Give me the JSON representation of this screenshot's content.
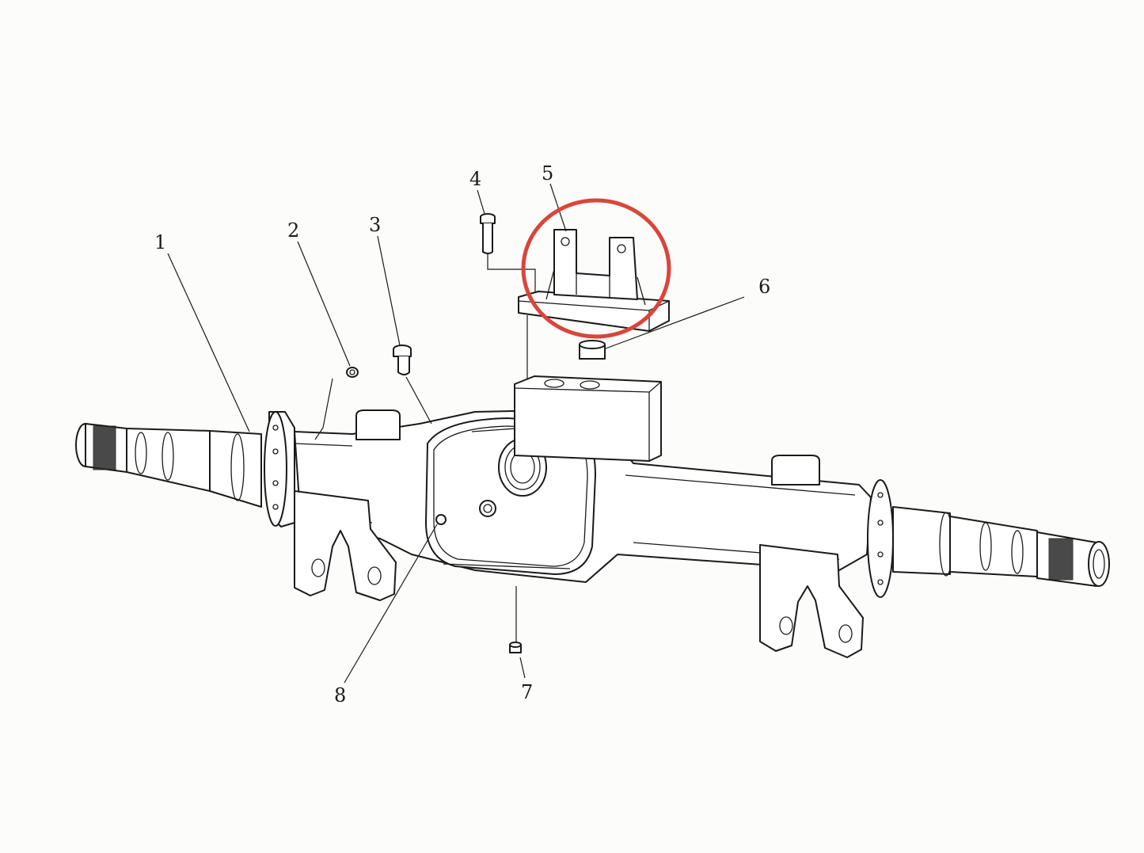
{
  "callouts": [
    {
      "id": "1",
      "label": "1"
    },
    {
      "id": "2",
      "label": "2"
    },
    {
      "id": "3",
      "label": "3"
    },
    {
      "id": "4",
      "label": "4"
    },
    {
      "id": "5",
      "label": "5"
    },
    {
      "id": "6",
      "label": "6"
    },
    {
      "id": "7",
      "label": "7"
    },
    {
      "id": "8",
      "label": "8"
    }
  ],
  "highlight": {
    "target": "5",
    "color": "#d9453a"
  },
  "line_color": "#1a1a1a"
}
